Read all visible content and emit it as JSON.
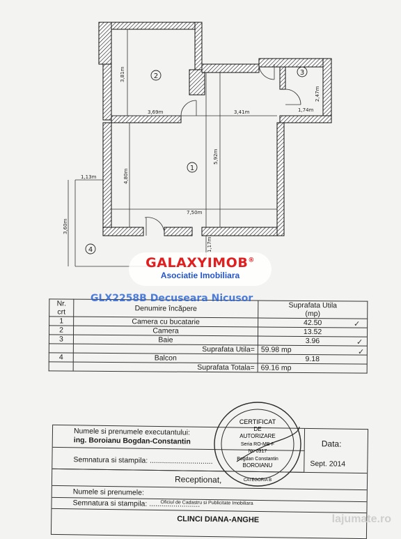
{
  "plan": {
    "room_numbers": [
      "1",
      "2",
      "3",
      "4"
    ],
    "dimensions": {
      "d381": "3,81m",
      "d369": "3,69m",
      "d341": "3,41m",
      "d174": "1,74m",
      "d247": "2,47m",
      "d480": "4,80m",
      "d592": "5,92m",
      "d750": "7,50m",
      "d113": "1,13m",
      "d360": "3,60m",
      "d117": "1,17m"
    }
  },
  "watermark": {
    "brand_galaxy": "GALAXY",
    "brand_imob": "IMOB",
    "reg": "®",
    "subtitle": "Asociatie Imobiliara"
  },
  "reference": "GLX2258B Decuseara Nicusor",
  "table": {
    "header": {
      "nr": "Nr.",
      "crt": "crt",
      "name": "Denumire încăpere",
      "surface": "Suprafata Utila",
      "unit": "(mp)"
    },
    "rows": [
      {
        "nr": "1",
        "name": "Camera cu bucatarie",
        "value": "42.50"
      },
      {
        "nr": "2",
        "name": "Camera",
        "value": "13.52"
      },
      {
        "nr": "3",
        "name": "Baie",
        "value": "3.96"
      }
    ],
    "useful_label": "Suprafata Utila=",
    "useful_value": "59.98 mp",
    "balcony": {
      "nr": "4",
      "name": "Balcon",
      "value": "9.18"
    },
    "total_label": "Suprafata Totala=",
    "total_value": "69.16 mp"
  },
  "signature": {
    "executor_label": "Numele si prenumele executantului:",
    "executor_name": "ing. Boroianu Bogdan-Constantin",
    "sign_label": "Semnatura si stampila: ...............................",
    "date_label": "Data:",
    "date_value": "Sept. 2014",
    "received_label": "Receptionat,",
    "name_label": "Numele si prenumele:",
    "sign_label2": "Semnatura si stampila: .........................",
    "office_text": "Oficiul de Cadastru si Publicitate Imobiliara",
    "clinic_text": "CLINCI DIANA-ANGHE"
  },
  "stamp": {
    "title1": "CERTIFICAT",
    "title2": "DE",
    "title3": "AUTORIZARE",
    "series": "Seria RO-MB-F",
    "number": "Nr. 0317",
    "holder": "Bogdan Constantin",
    "surname": "BOROIANU",
    "category": "CATEGORIA B"
  },
  "footer": {
    "site": "lajumate.ro"
  }
}
